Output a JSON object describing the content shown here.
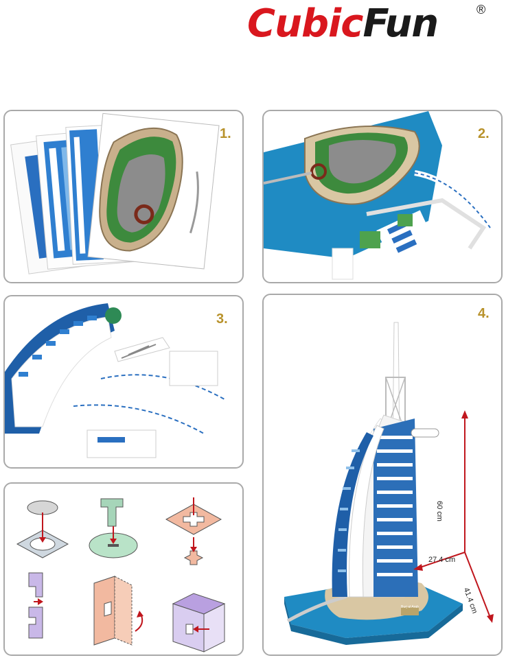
{
  "brand": {
    "name_part1": "Cubic",
    "name_part2": "Fun",
    "registered": "®"
  },
  "steps": [
    {
      "number": "1."
    },
    {
      "number": "2."
    },
    {
      "number": "3."
    },
    {
      "number": "4."
    }
  ],
  "dimensions": {
    "height": "60 cm",
    "width": "27.4 cm",
    "depth": "41.4 cm"
  },
  "model_plaque": "Burj al Arab",
  "colors": {
    "brand_red": "#d9171e",
    "step_gold": "#b8922b",
    "arrow_red": "#c0161d",
    "tower_blue": "#1f6fb8"
  }
}
